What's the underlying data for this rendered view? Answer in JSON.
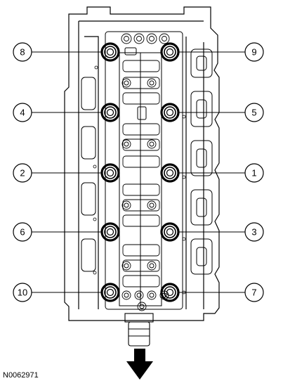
{
  "figure_id": "N0062971",
  "callouts": [
    {
      "label": "8",
      "bolt": "rear-left"
    },
    {
      "label": "9",
      "bolt": "rear-right"
    },
    {
      "label": "4",
      "bolt": "row2-left"
    },
    {
      "label": "5",
      "bolt": "row2-right"
    },
    {
      "label": "2",
      "bolt": "center-left"
    },
    {
      "label": "1",
      "bolt": "center-right"
    },
    {
      "label": "6",
      "bolt": "row4-left"
    },
    {
      "label": "3",
      "bolt": "row4-right"
    },
    {
      "label": "10",
      "bolt": "front-left"
    },
    {
      "label": "7",
      "bolt": "front-right"
    }
  ],
  "icons": {
    "direction": "arrow-down-icon"
  }
}
